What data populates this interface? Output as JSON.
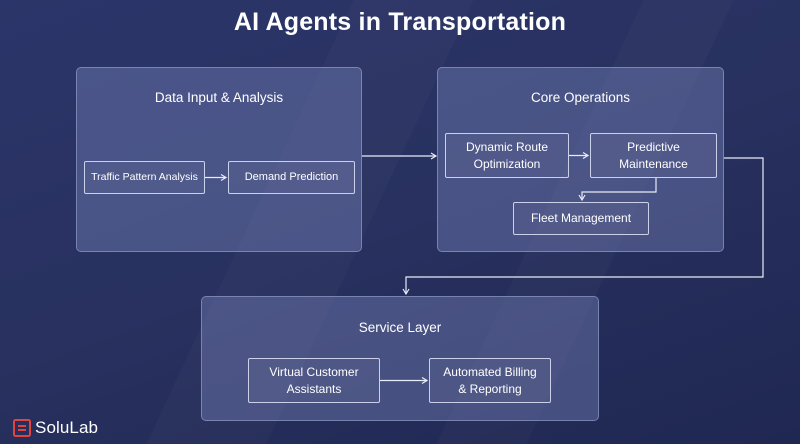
{
  "title": "AI Agents in Transportation",
  "panels": {
    "data_input": {
      "title": "Data Input & Analysis"
    },
    "core_ops": {
      "title": "Core Operations"
    },
    "service": {
      "title": "Service Layer"
    }
  },
  "nodes": {
    "traffic": "Traffic Pattern Analysis",
    "demand": "Demand Prediction",
    "route_line1": "Dynamic Route",
    "route_line2": "Optimization",
    "maint_line1": "Predictive",
    "maint_line2": "Maintenance",
    "fleet": "Fleet Management",
    "assist_line1": "Virtual Customer",
    "assist_line2": "Assistants",
    "billing_line1": "Automated Billing",
    "billing_line2": "& Reporting"
  },
  "logo": {
    "text": "SoluLab",
    "icon": "solulab-logo-icon"
  },
  "colors": {
    "background": "#28315f",
    "panel": "#7884ba",
    "line": "#e8ecf8",
    "logo_red": "#e0443f"
  }
}
